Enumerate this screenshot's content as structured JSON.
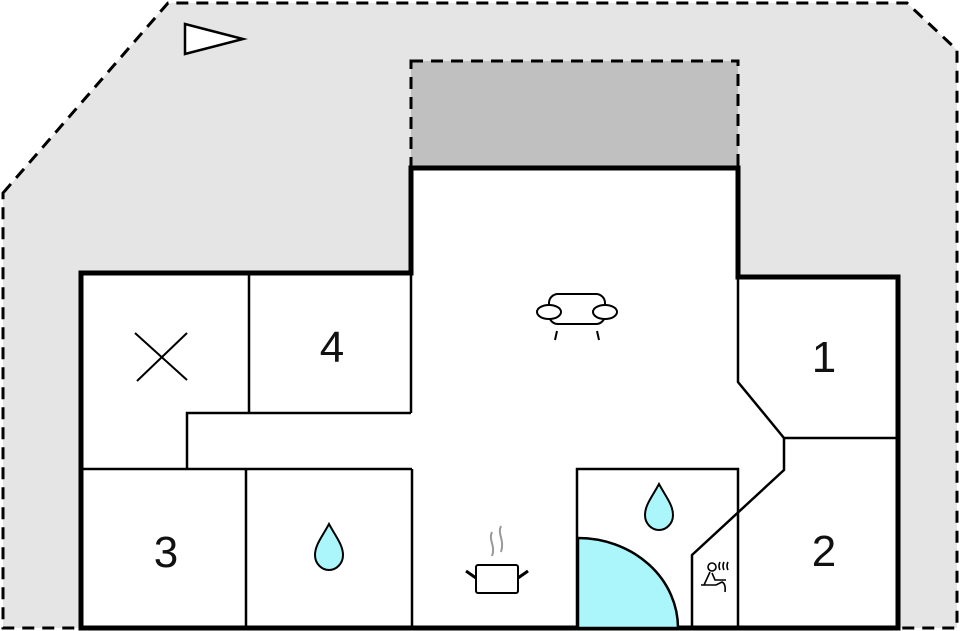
{
  "diagram": {
    "type": "floor-plan",
    "colors": {
      "outdoor_area": "#e5e5e5",
      "covered_terrace": "#c0c0c0",
      "wall": "#000000",
      "room_fill": "#ffffff",
      "water": "#aaf6fb"
    },
    "compass": {
      "icon": "north-arrow-icon",
      "direction": "right"
    },
    "rooms": [
      {
        "id": "bedroom-1",
        "label": "1"
      },
      {
        "id": "bedroom-2",
        "label": "2"
      },
      {
        "id": "bedroom-3",
        "label": "3"
      },
      {
        "id": "bedroom-4",
        "label": "4"
      },
      {
        "id": "utility",
        "icon": "cross-icon"
      },
      {
        "id": "bathroom-left",
        "icon": "water-drop-icon"
      },
      {
        "id": "bathroom-right",
        "icon": "water-drop-icon"
      },
      {
        "id": "living-room",
        "icon": "sofa-icon"
      },
      {
        "id": "kitchen",
        "icon": "cooking-pot-icon"
      },
      {
        "id": "sauna",
        "icon": "sauna-icon"
      },
      {
        "id": "whirlpool",
        "icon": "whirlpool-quarter-circle"
      }
    ],
    "areas": [
      {
        "id": "outdoor-plot",
        "style": "dashed-boundary"
      },
      {
        "id": "terrace",
        "style": "dashed-covered"
      }
    ]
  }
}
